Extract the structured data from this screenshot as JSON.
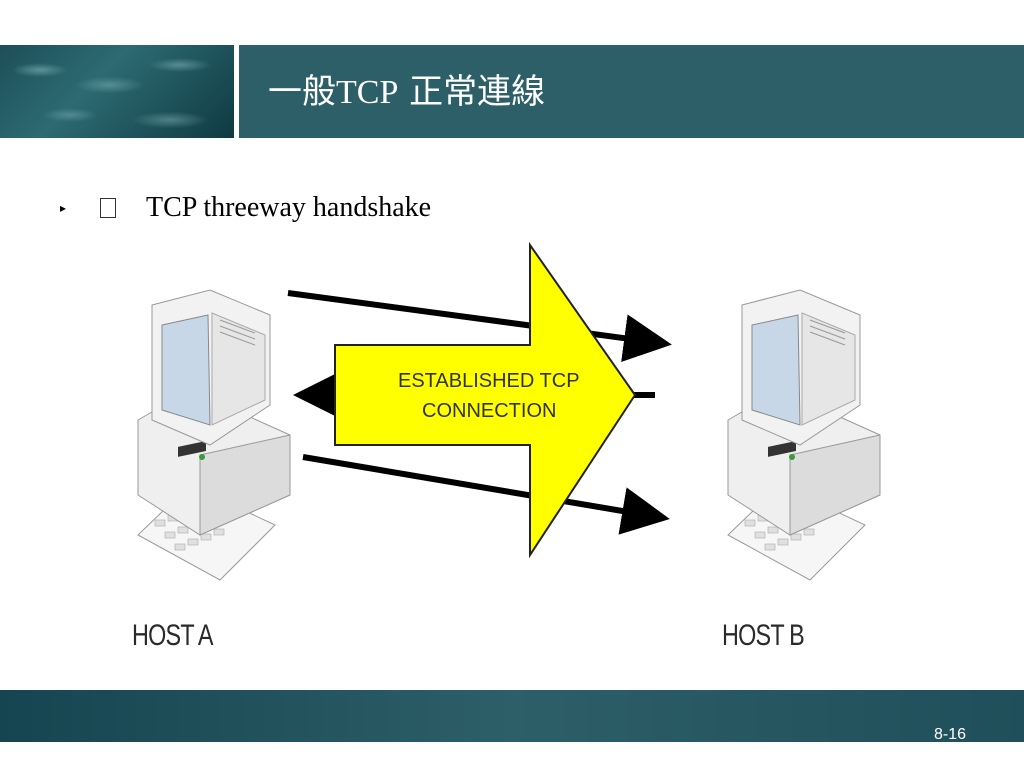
{
  "slide": {
    "title_prefix": "一般",
    "title_latin": "TCP",
    "title_suffix": " 正常連線",
    "bullet_text": "TCP threeway handshake",
    "page_number": "8-16"
  },
  "diagram": {
    "banner_line1": "ESTABLISHED TCP",
    "banner_line2": "CONNECTION",
    "host_a_label": "HOST A",
    "host_b_label": "HOST B",
    "banner_color": "#ffff00"
  }
}
